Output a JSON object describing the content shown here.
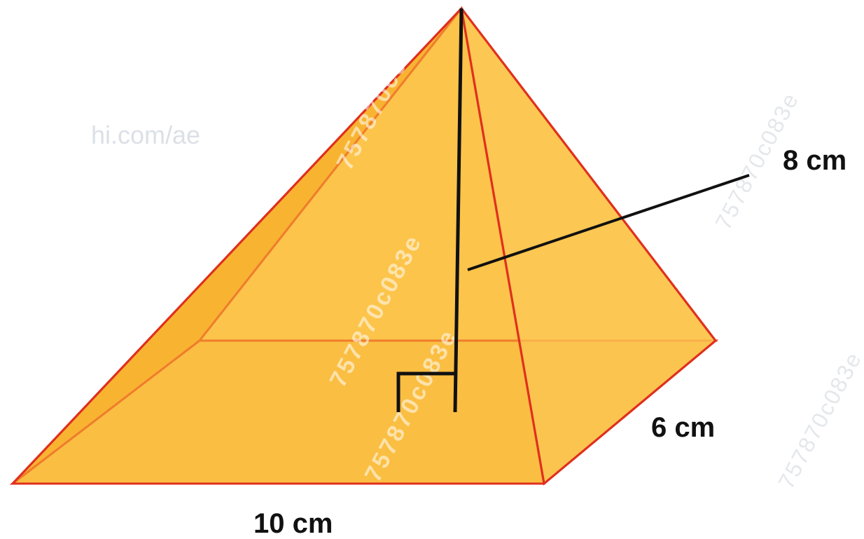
{
  "figure": {
    "shape": "square-based pyramid",
    "base_length_label": "10 cm",
    "base_width_label": "6 cm",
    "height_label": "8 cm",
    "watermark_site": "hi.com/ae",
    "watermark_code": "757870c083e"
  },
  "colors": {
    "face_fill": "#f7b733",
    "face_light": "#fcc84c",
    "face_dark": "#f0a020",
    "edge": "#e0301e",
    "height_line": "#111111"
  }
}
